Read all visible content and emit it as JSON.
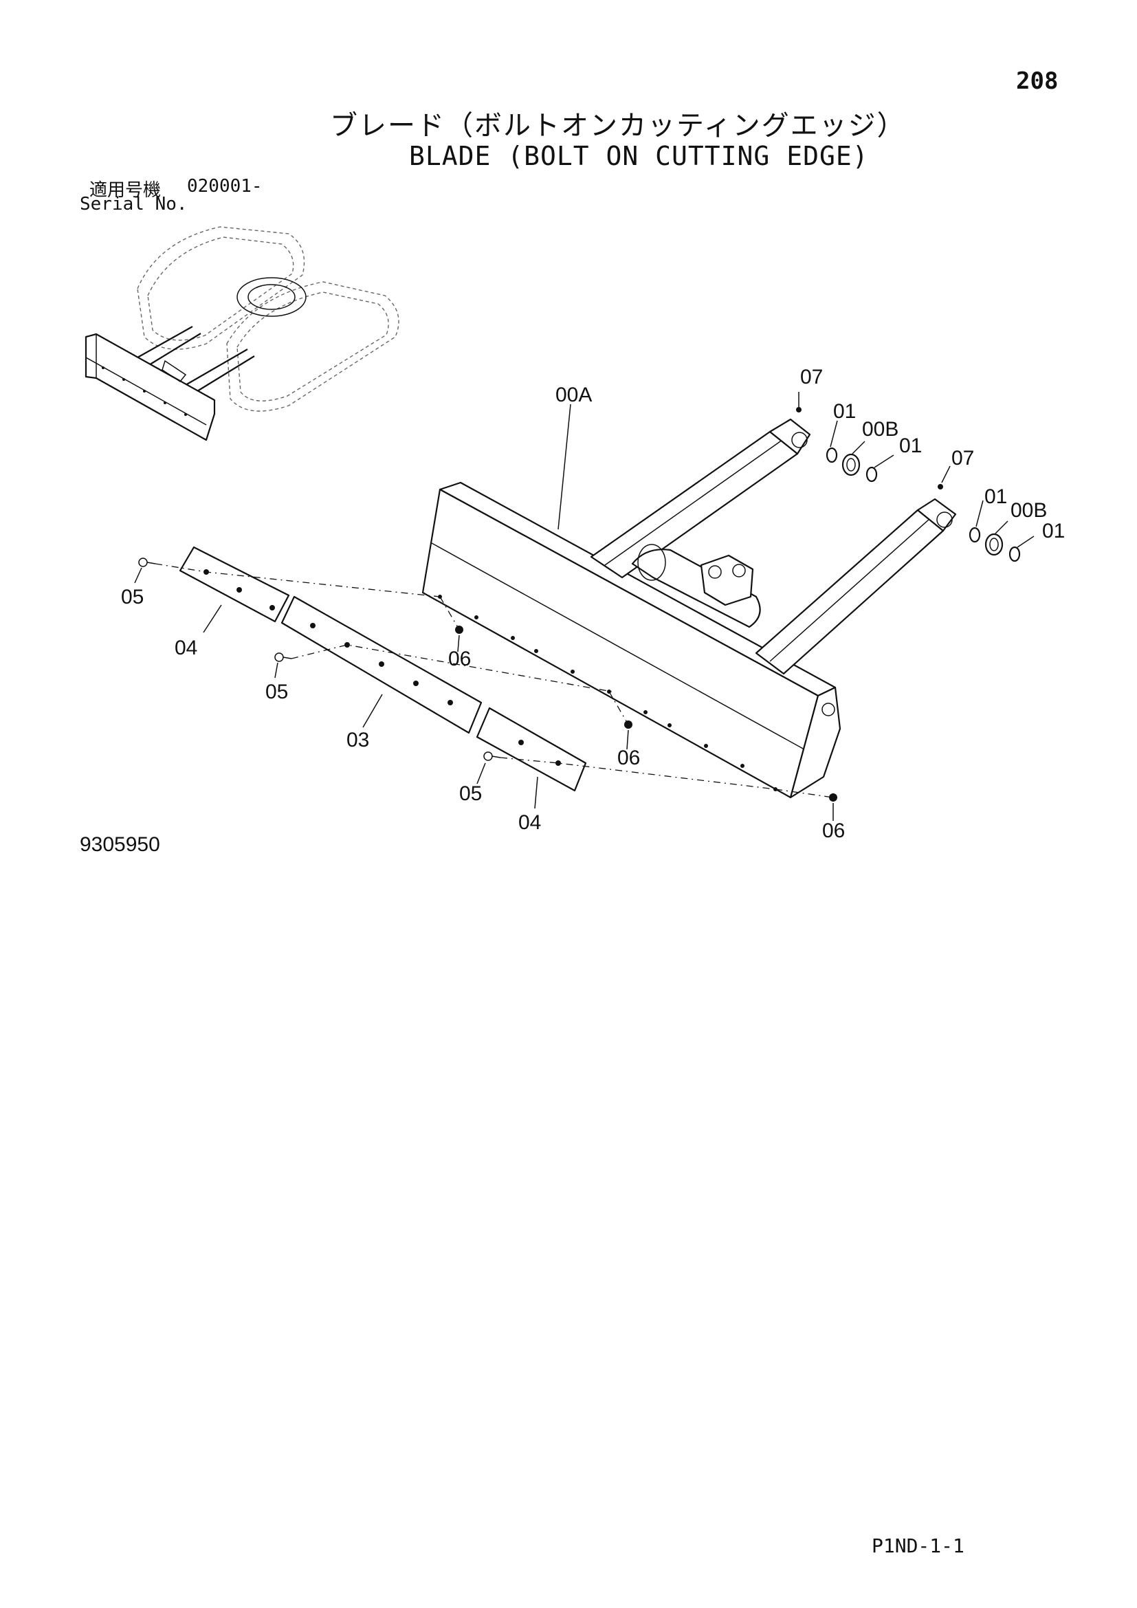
{
  "header": {
    "page_number": "208",
    "title_ja": "ブレード（ボルトオンカッティングエッジ）",
    "title_en": "BLADE (BOLT ON CUTTING EDGE)"
  },
  "serial": {
    "label_ja": "適用号機",
    "number": "020001-",
    "label_en": "Serial No."
  },
  "callouts": {
    "c00A": "00A",
    "c07_left": "07",
    "c01_left_a": "01",
    "c00B_left": "00B",
    "c01_left_b": "01",
    "c07_right": "07",
    "c01_right_a": "01",
    "c00B_right": "00B",
    "c01_right_b": "01",
    "c05_a": "05",
    "c04_a": "04",
    "c06_a": "06",
    "c05_b": "05",
    "c03": "03",
    "c06_b": "06",
    "c05_c": "05",
    "c04_b": "04",
    "c06_c": "06"
  },
  "footer": {
    "drawing_number": "9305950",
    "page_code": "P1ND-1-1"
  }
}
